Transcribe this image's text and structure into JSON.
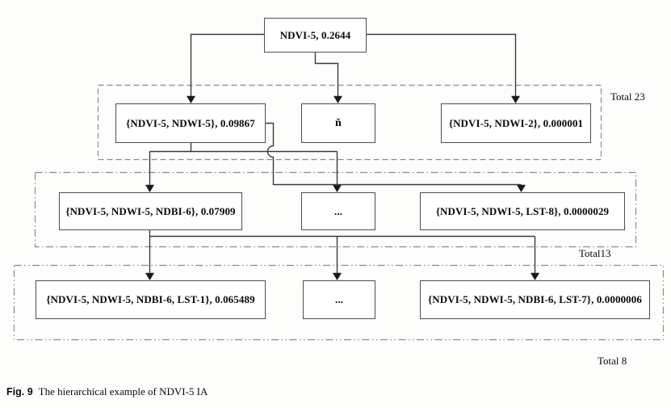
{
  "figure": {
    "caption_label": "Fig. 9",
    "caption_text": "The hierarchical example of NDVI-5 IA"
  },
  "tree": {
    "root": {
      "label": "NDVI-5, 0.2644"
    },
    "levels": [
      {
        "total_label": "Total 23",
        "outline_style": "dashed",
        "nodes": [
          "{NDVI-5, NDWI-5}, 0.09867",
          "ň",
          "{NDVI-5, NDWI-2}, 0.000001"
        ]
      },
      {
        "total_label": "Total13",
        "outline_style": "dash-dot",
        "nodes": [
          "{NDVI-5, NDWI-5, NDBI-6}, 0.07909",
          "...",
          "{NDVI-5, NDWI-5, LST-8}, 0.0000029"
        ]
      },
      {
        "total_label": "Total 8",
        "outline_style": "dash-dot-dot",
        "nodes": [
          "{NDVI-5, NDWI-5, NDBI-6, LST-1}, 0.065489",
          "...",
          "{NDVI-5, NDWI-5, NDBI-6, LST-7}, 0.0000006"
        ]
      }
    ]
  },
  "colors": {
    "connector_line": "#3b3b3b",
    "box_border": "#4e4e4e",
    "group_outline": "#8c8c8c",
    "text": "#0a0a0a",
    "background": "#fdfdfc"
  }
}
